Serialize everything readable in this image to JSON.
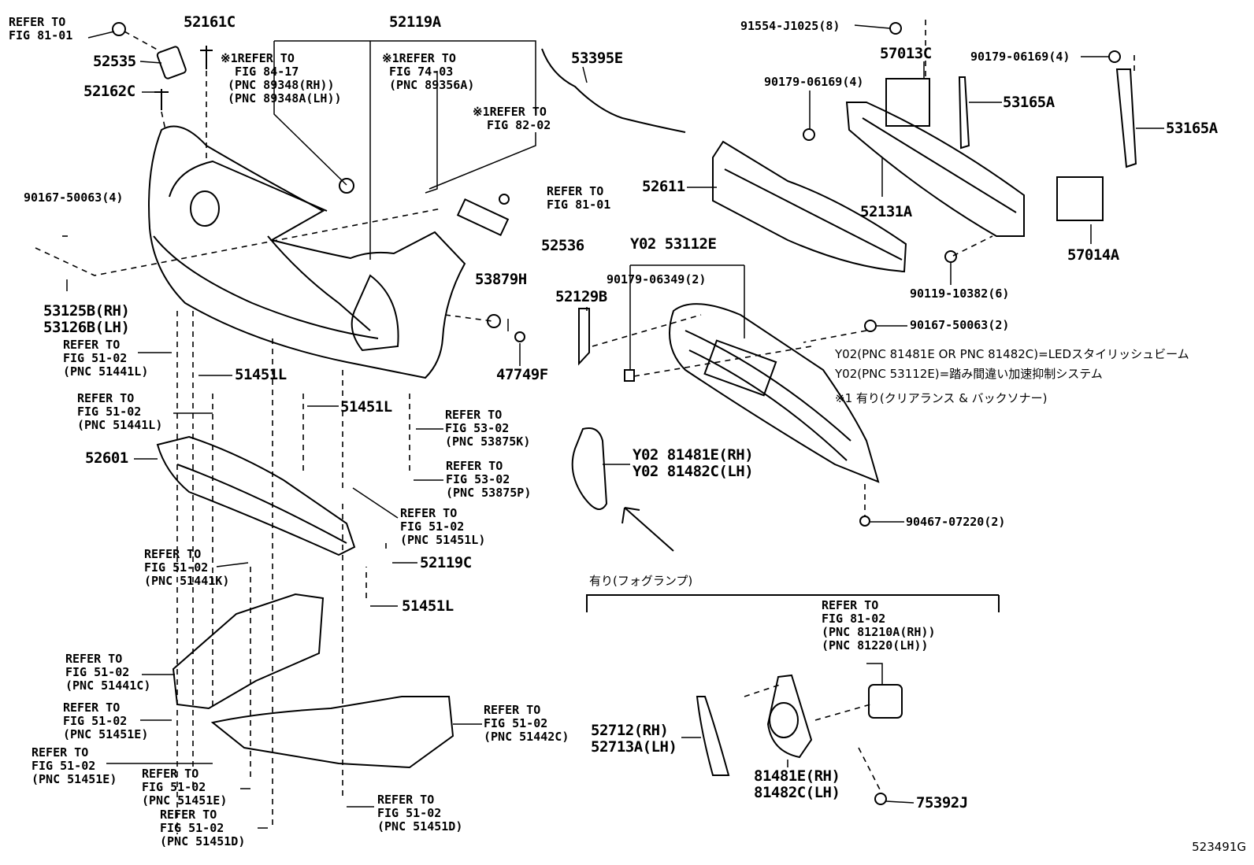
{
  "figure_number": "523491G",
  "notes": [
    "Y02(PNC 81481E OR PNC 81482C)=LEDスタイリッシュビーム",
    "Y02(PNC 53112E)=踏み間違い加速抑制システム",
    "※1 有り(クリアランス & バックソナー)"
  ],
  "fog_lamp_group": "有り(フォグランプ)",
  "labels": {
    "ref_81_01_a": "REFER TO\nFIG 81-01",
    "p52161C": "52161C",
    "p52119A": "52119A",
    "p52535": "52535",
    "p52162C": "52162C",
    "ref_84_17": "※1REFER TO\n  FIG 84-17\n (PNC 89348(RH))\n (PNC 89348A(LH))",
    "ref_74_03": "※1REFER TO\n FIG 74-03\n (PNC 89356A)",
    "ref_82_02": "※1REFER TO\n  FIG 82-02",
    "p53395E": "53395E",
    "p91554": "91554-J1025(8)",
    "p57013C": "57013C",
    "p90179_a": "90179-06169(4)",
    "p90179_b": "90179-06169(4)",
    "p53165A_a": "53165A",
    "p53165A_b": "53165A",
    "p90167_a": "90167-50063(4)",
    "ref_81_01_b": "REFER TO\nFIG 81-01",
    "p52611": "52611",
    "p52536": "52536",
    "p52131A": "52131A",
    "p57014A": "57014A",
    "pY02_53112E": "Y02 53112E",
    "p90179_06349": "90179-06349(2)",
    "p90119": "90119-10382(6)",
    "p53125B": "53125B(RH)\n53126B(LH)",
    "ref_51_02_a": "REFER TO\nFIG 51-02\n(PNC 51441L)",
    "p53879H": "53879H",
    "p52129B": "52129B",
    "p90167_b": "90167-50063(2)",
    "p51451L_a": "51451L",
    "p47749F": "47749F",
    "ref_51_02_b": "REFER TO\nFIG 51-02\n(PNC 51441L)",
    "p51451L_b": "51451L",
    "ref_53_02_a": "REFER TO\nFIG 53-02\n(PNC 53875K)",
    "p52601": "52601",
    "pY02_81481E": "Y02 81481E(RH)\nY02 81482C(LH)",
    "ref_53_02_b": "REFER TO\nFIG 53-02\n(PNC 53875P)",
    "ref_51_02_c": "REFER TO\nFIG 51-02\n(PNC 51451L)",
    "p90467": "90467-07220(2)",
    "ref_51_02_d": "REFER TO\nFIG 51-02\n(PNC 51441K)",
    "p52119C": "52119C",
    "p51451L_c": "51451L",
    "ref_81_02": "REFER TO\nFIG 81-02\n(PNC 81210A(RH))\n(PNC 81220(LH))",
    "ref_51_02_e": "REFER TO\nFIG 51-02\n(PNC 51441C)",
    "ref_51_02_f": "REFER TO\nFIG 51-02\n(PNC 51451E)",
    "ref_51_02_g": "REFER TO\nFIG 51-02\n(PNC 51442C)",
    "p52712": "52712(RH)\n52713A(LH)",
    "ref_51_02_h": "REFER TO\nFIG 51-02\n(PNC 51451E)",
    "ref_51_02_i": "REFER TO\nFIG 51-02\n(PNC 51451E)",
    "p81481E": "81481E(RH)\n81482C(LH)",
    "ref_51_02_j": "REFER TO\nFIG 51-02\n(PNC 51451D)",
    "ref_51_02_k": "REFER TO\nFIG 51-02\n(PNC 51451D)",
    "p75392J": "75392J"
  }
}
